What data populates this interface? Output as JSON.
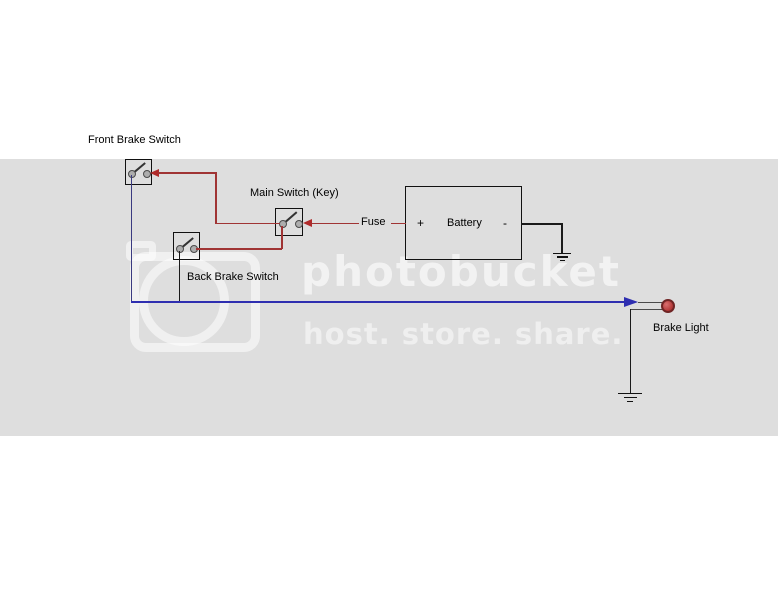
{
  "watermark": {
    "brand": "photobucket",
    "tagline": "host. store. share."
  },
  "diagram": {
    "labels": {
      "front_brake_switch": "Front Brake Switch",
      "main_switch_key": "Main Switch (Key)",
      "back_brake_switch": "Back Brake Switch",
      "fuse": "Fuse",
      "battery": "Battery",
      "battery_positive": "+",
      "battery_negative": "-",
      "brake_light": "Brake Light"
    },
    "colors": {
      "page_background": "#ffffff",
      "diagram_band": "#dedede",
      "wire_supply_red": "#a03434",
      "wire_signal_blue": "#2e2eb0",
      "wire_front_switch_navy": "#3a3a80",
      "wire_ground_black": "#1a1a1a",
      "lamp_fill": "#b33737",
      "lamp_border": "#702525",
      "watermark_white": "#ffffff"
    }
  }
}
